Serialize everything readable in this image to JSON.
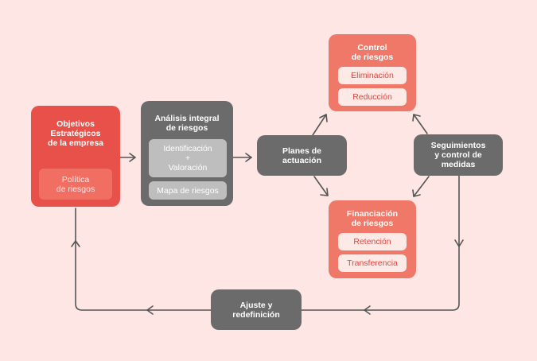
{
  "objetivos": {
    "title": "Objetivos\nEstratégicos\nde la empresa",
    "sub": "Política\nde riesgos"
  },
  "analisis": {
    "title": "Análisis integral\nde riesgos",
    "item1": "Identificación\n+\nValoración",
    "item2": "Mapa de riesgos"
  },
  "planes": {
    "title": "Planes de\nactuación"
  },
  "control": {
    "title": "Control\nde riesgos",
    "item1": "Eliminación",
    "item2": "Reducción"
  },
  "financiacion": {
    "title": "Financiación\nde riesgos",
    "item1": "Retención",
    "item2": "Transferencia"
  },
  "seguimientos": {
    "title": "Seguimientos\ny control de\nmedidas"
  },
  "ajuste": {
    "title": "Ajuste y\nredefinición"
  },
  "colors": {
    "background": "#fde6e4",
    "red": "#e8504a",
    "salmon": "#ef7868",
    "gray": "#6b6b6c"
  }
}
